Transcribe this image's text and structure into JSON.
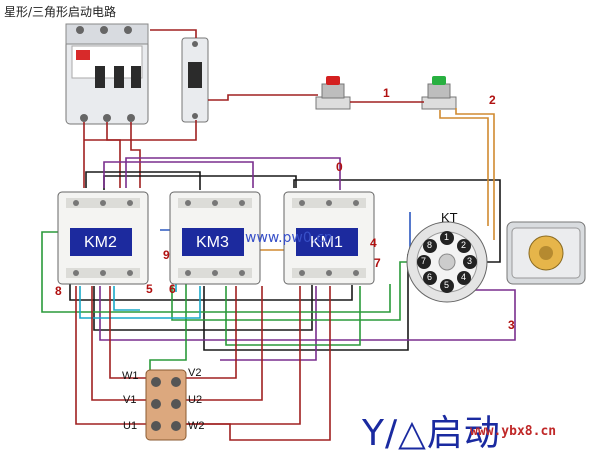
{
  "title": "星形/三角形启动电路",
  "contactors": [
    "KM2",
    "KM3",
    "KM1"
  ],
  "timer_label": "KT",
  "wire_tags": {
    "n0": "0",
    "n1": "1",
    "n2": "2",
    "n3": "3",
    "n4": "4",
    "n5": "5",
    "n6": "6",
    "n7": "7",
    "n8": "8",
    "n9": "9"
  },
  "motor_terminals": {
    "W1": "W1",
    "V1": "V1",
    "U1": "U1",
    "V2": "V2",
    "U2": "U2",
    "W2": "W2"
  },
  "timer_pins": [
    "1",
    "2",
    "3",
    "4",
    "5",
    "6",
    "7",
    "8"
  ],
  "footer_text": "Y/△启动",
  "watermark_center": "www.pw0.cn",
  "watermark_url": "www.ybx8.cn",
  "colors": {
    "wire_red": "#a02020",
    "wire_black": "#181818",
    "wire_purple": "#7a2e8e",
    "wire_green": "#2a9a3a",
    "wire_cyan": "#18a8c8",
    "wire_orange": "#d08a30",
    "wire_blue": "#2c58c0",
    "button_red": "#d42020",
    "button_green": "#28b040",
    "contactor_body": "#f4f4f2",
    "contactor_label_bg": "#1c2a9e"
  }
}
